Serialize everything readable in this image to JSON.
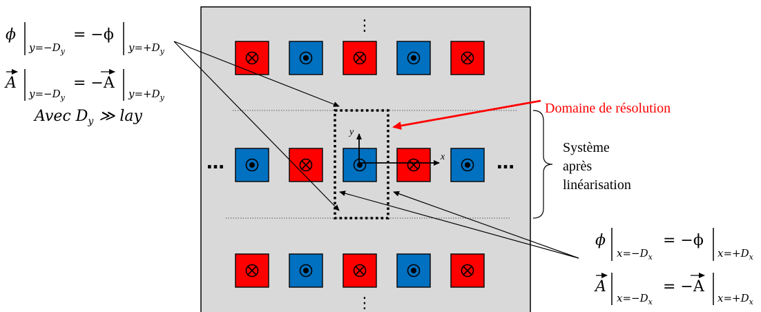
{
  "colors": {
    "panel": "#d9d9d9",
    "red": "#ff0000",
    "blue": "#0070c0",
    "dark_border": "#0a0a0a",
    "domain_label": "#ff0000"
  },
  "grid": {
    "rows": [
      {
        "name": "top-row",
        "cells": [
          "cross",
          "dot",
          "cross",
          "dot",
          "cross"
        ]
      },
      {
        "name": "middle-row",
        "cells": [
          "dot",
          "cross",
          "dot",
          "cross",
          "dot"
        ]
      },
      {
        "name": "bottom-row",
        "cells": [
          "cross",
          "dot",
          "cross",
          "dot",
          "cross"
        ]
      }
    ],
    "ellipsis": "…",
    "vdots": "⋮"
  },
  "labels": {
    "domaine": "Domaine de résolution",
    "systeme_line1": "Système",
    "systeme_line2": "après",
    "systeme_line3": "linéarisation",
    "axis_x": "x",
    "axis_y": "y"
  },
  "equations": {
    "phi_y": {
      "lhs": "ϕ",
      "sub_left": "y=−D",
      "sub_left_sub": "y",
      "mid": "= −ϕ",
      "sub_right": "y=+D",
      "sub_right_sub": "y"
    },
    "a_y": {
      "lhs": "A",
      "sub_left": "y=−D",
      "sub_left_sub": "y",
      "mid": "= −A",
      "sub_right": "y=+D",
      "sub_right_sub": "y"
    },
    "avec": {
      "text1": "Avec  D",
      "text1_sub": "y",
      "text2": "≫ lay"
    },
    "phi_x": {
      "lhs": "ϕ",
      "sub_left": "x=−D",
      "sub_left_sub": "x",
      "mid": "= −ϕ",
      "sub_right": "x=+D",
      "sub_right_sub": "x"
    },
    "a_x": {
      "lhs": "A",
      "sub_left": "x=−D",
      "sub_left_sub": "x",
      "mid": "= −A",
      "sub_right": "x=+D",
      "sub_right_sub": "x"
    }
  }
}
